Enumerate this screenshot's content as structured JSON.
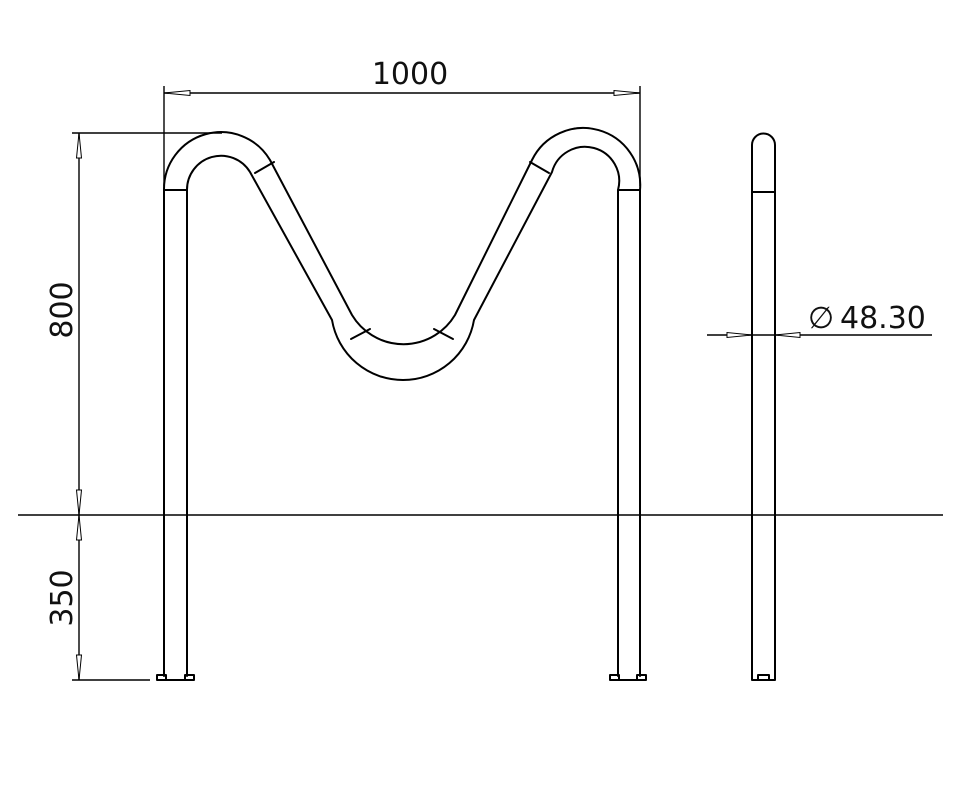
{
  "drawing": {
    "type": "technical-drawing",
    "subject": "M-shaped bicycle rack (front and side elevation)",
    "line_color": "#000000",
    "background": "#ffffff"
  },
  "dimensions": {
    "width": "1000",
    "height_above_ground": "800",
    "depth_below_ground": "350",
    "tube_diameter_symbol": "∅",
    "tube_diameter": "48.30"
  },
  "views": [
    {
      "name": "front-view"
    },
    {
      "name": "side-view"
    }
  ]
}
